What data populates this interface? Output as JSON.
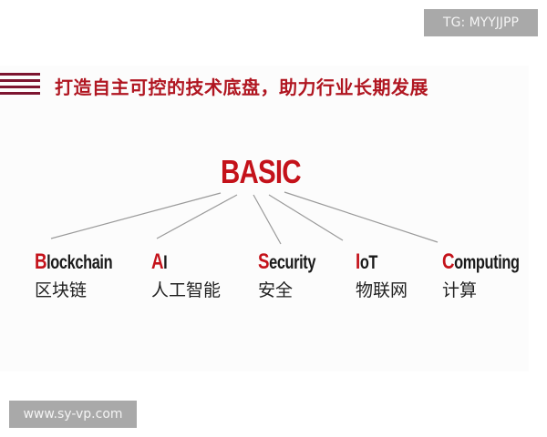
{
  "watermarks": {
    "top_right": "TG: MYYJJPP",
    "bottom_left": "www.sy-vp.com"
  },
  "header": {
    "title": "打造自主可控的技术底盘，助力行业长期发展",
    "accent_color": "#b01621",
    "stripe_color": "#7d1530"
  },
  "diagram": {
    "root": "BASIC",
    "root_color": "#c4121a",
    "line_color": "#9a9a9a",
    "items": [
      {
        "initial": "B",
        "rest": "lockchain",
        "zh": "区块链"
      },
      {
        "initial": "A",
        "rest": "I",
        "zh": "人工智能"
      },
      {
        "initial": "S",
        "rest": "ecurity",
        "zh": "安全"
      },
      {
        "initial": "I",
        "rest": "oT",
        "zh": "物联网"
      },
      {
        "initial": "C",
        "rest": "omputing",
        "zh": "计算"
      }
    ]
  }
}
